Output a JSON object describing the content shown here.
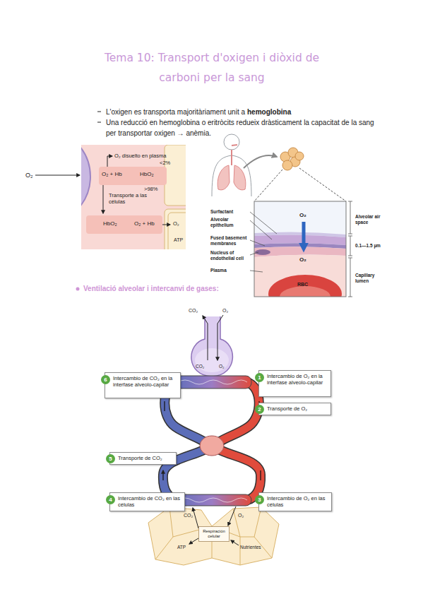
{
  "diagram": {
    "title": "Tema 10: Transport d'oxigen i diòxid de carboni per la sang",
    "nodes": [
      {
        "text": [
          "O₂ + Hb",
          "HbO₂"
        ]
      },
      {
        "text": [
          "HbO₂",
          "O₂ + Hb"
        ]
      },
      {
        "text": [
          "Intercambio de CO₂ en la interfase alveolo-capilar"
        ]
      },
      {
        "text": [
          "6"
        ],
        "in": 2
      },
      {
        "text": [
          "Intercambio de O₂ en la interfase alveolo-capilar"
        ]
      },
      {
        "text": [
          "1"
        ],
        "in": 4
      },
      {
        "text": [
          "Transporte de O₂"
        ]
      },
      {
        "text": [
          "2"
        ],
        "in": 6
      },
      {
        "text": [
          "Transporte de CO₂"
        ]
      },
      {
        "text": [
          "5"
        ],
        "in": 8
      },
      {
        "text": [
          "Intercambio de CO₂ en las células"
        ]
      },
      {
        "text": [
          "4"
        ],
        "in": 10
      },
      {
        "text": [
          "Intercambio de O₂ en las células"
        ]
      },
      {
        "text": [
          "3"
        ],
        "in": 12
      },
      {
        "text": [
          "Respiración celular"
        ]
      }
    ],
    "labels": [
      "L'oxigen es transporta majoritàriament unit a",
      "hemoglobina",
      "Una reducció en hemoglobina o eritròcits redueix dràsticament la capacitat de la sang per transportar oxigen → anèmia.",
      "O₂",
      "O₂ disuelto en plasma",
      "<2%",
      ">98%",
      "Transporte a las células",
      "O₂",
      "ATP",
      "Surfactant",
      "Alveolar epithelium",
      "Fused basement membranes",
      "Nucleus of endothelial cell",
      "Plasma",
      "O₂",
      "O₂",
      "RBC",
      "Alveolar air space",
      "0.1—1.5 µm",
      "Capillary lumen",
      "Ventilació alveolar i intercanvi de gases:",
      "CO₂",
      "O₂",
      "CO₂",
      "O₂",
      "CO₂",
      "O₂",
      "ATP",
      "Nutrientes"
    ]
  }
}
